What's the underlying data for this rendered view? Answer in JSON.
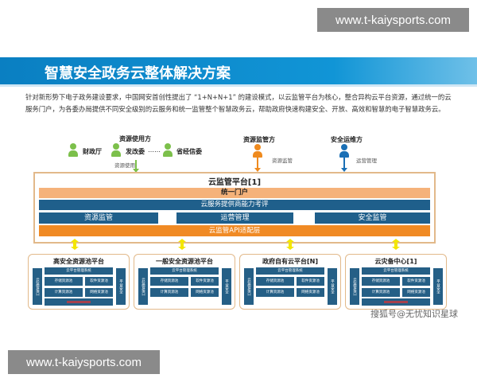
{
  "watermark_top": "www.t-kaiysports.com",
  "watermark_bottom": "www.t-kaiysports.com",
  "banner": {
    "title": "智慧安全政务云整体解决方案"
  },
  "intro": "针对新形势下电子政务建设要求，中国网安首创性提出了 “1+N+N+1” 的建设模式，以云监管平台为核心，整合异构云平台资源，通过统一的云服务门户，为各委办局提供不同安全级别的云服务和统一监管整个智慧政务云，帮助政府快速构建安全、开放、高效和智慧的电子智慧政务云。",
  "stakeholders": {
    "users": {
      "title": "资源使用方",
      "members": [
        "财政厅",
        "发改委",
        "省经信委"
      ],
      "ellipsis": "……",
      "action": "资源使用",
      "color": "#7cc04b"
    },
    "supervisor": {
      "title": "资源监管方",
      "action": "资源监管",
      "color": "#ef8a1e"
    },
    "ops": {
      "title": "安全运维方",
      "action": "运营管理",
      "color": "#1a6fb5"
    }
  },
  "platform": {
    "title": "云监管平台[1]",
    "portal": "统一门户",
    "evaluation": "云服务提供商能力考评",
    "modules": [
      "资源监管",
      "运营管理",
      "安全监管"
    ],
    "api_layer": "云监管API适配层"
  },
  "pools": [
    {
      "title": "高安全资源池平台",
      "left": "云监管接口",
      "right": "平台安全",
      "mgmt": "云平台管理系统",
      "cells": [
        "存储资源池",
        "软件资源池",
        "计算资源池",
        "网络资源池"
      ],
      "has_red": true
    },
    {
      "title": "一般安全资源池平台",
      "left": "云监管接口",
      "right": "平台安全",
      "mgmt": "云平台管理系统",
      "cells": [
        "存储资源池",
        "软件资源池",
        "计算资源池",
        "网络资源池"
      ],
      "has_red": false
    },
    {
      "title": "政府自有云平台[N]",
      "left": "云监管接口",
      "right": "平台安全",
      "mgmt": "云平台管理系统",
      "cells": [
        "存储资源池",
        "软件资源池",
        "计算资源池",
        "网络资源池"
      ],
      "has_red": false
    },
    {
      "title": "云灾备中心[1]",
      "left": "云监管接口",
      "right": "平台安全",
      "mgmt": "云平台管理系统",
      "cells": [
        "存储资源池",
        "软件资源池",
        "计算资源池",
        "网络资源池"
      ],
      "has_red": true
    }
  ],
  "source_watermark": "搜狐号@无忧知识星球"
}
